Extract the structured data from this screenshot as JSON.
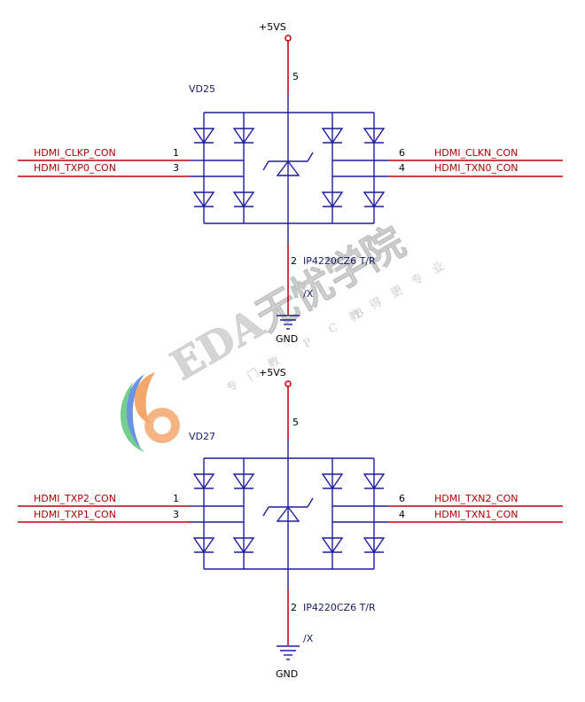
{
  "watermark": {
    "brand": "EDA无忧学院",
    "tagline_left": "专门教",
    "tagline_mid": "P C B",
    "tagline_right": "教得更专业",
    "colors": {
      "blue": "#3a6fd8",
      "green": "#46c06a",
      "orange": "#f08a3c",
      "text": "#c8c8c8"
    }
  },
  "colors": {
    "net_wire": "#c00000",
    "symbol": "#1c1ca0",
    "net_label": "#b00000",
    "power_pin": "#c00000"
  },
  "top_circuit": {
    "refdes": "VD25",
    "part_value": "IP4220CZ6 T/R",
    "power": "+5VS",
    "ground": "GND",
    "nc_mark": "/X",
    "pins": {
      "p1": "1",
      "p2": "2",
      "p3": "3",
      "p4": "4",
      "p5": "5",
      "p6": "6"
    },
    "nets": {
      "left_top": "HDMI_CLKP_CON",
      "left_bottom": "HDMI_TXP0_CON",
      "right_top": "HDMI_CLKN_CON",
      "right_bottom": "HDMI_TXN0_CON"
    }
  },
  "bottom_circuit": {
    "refdes": "VD27",
    "part_value": "IP4220CZ6 T/R",
    "power": "+5VS",
    "ground": "GND",
    "nc_mark": "/X",
    "pins": {
      "p1": "1",
      "p2": "2",
      "p3": "3",
      "p4": "4",
      "p5": "5",
      "p6": "6"
    },
    "nets": {
      "left_top": "HDMI_TXP2_CON",
      "left_bottom": "HDMI_TXP1_CON",
      "right_top": "HDMI_TXN2_CON",
      "right_bottom": "HDMI_TXN1_CON"
    }
  }
}
